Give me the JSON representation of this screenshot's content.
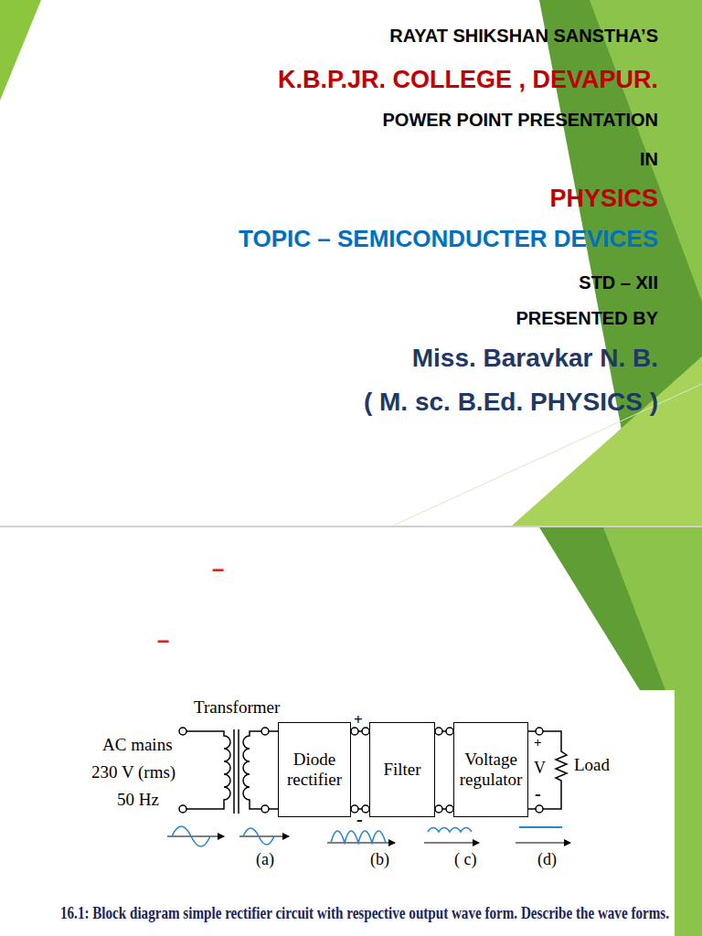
{
  "diagram": {
    "caption": "16.1: Block diagram simple rectifier circuit with respective output wave form. Describe the wave forms.",
    "nodes": [
      {
        "text": [
          "Diode rectifier"
        ]
      },
      {
        "text": [
          "Filter"
        ]
      },
      {
        "text": [
          "Voltage regulator"
        ]
      }
    ],
    "edges": [
      {
        "from": 0,
        "to": 1,
        "arrow": "none"
      },
      {
        "from": 0,
        "to": 1,
        "arrow": "none"
      },
      {
        "from": 1,
        "to": 2,
        "arrow": "none"
      },
      {
        "from": 1,
        "to": 2,
        "arrow": "none"
      }
    ],
    "labels": [
      "RAYAT SHIKSHAN SANSTHA’S",
      "K.B.P.JR. COLLEGE , DEVAPUR.",
      "POWER POINT PRESENTATION",
      "IN",
      "PHYSICS",
      "TOPIC – SEMICONDUCTER DEVICES",
      "STD – XII",
      "PRESENTED BY",
      "Miss. Baravkar N. B.",
      "( M. sc. B.Ed. PHYSICS )",
      "–",
      "–",
      "Transformer",
      "AC mains",
      "230 V (rms)",
      "50 Hz",
      "+",
      "-",
      "+",
      "V",
      "-",
      "Load",
      "(a)",
      "(b)",
      "( c)",
      "(d)"
    ]
  }
}
